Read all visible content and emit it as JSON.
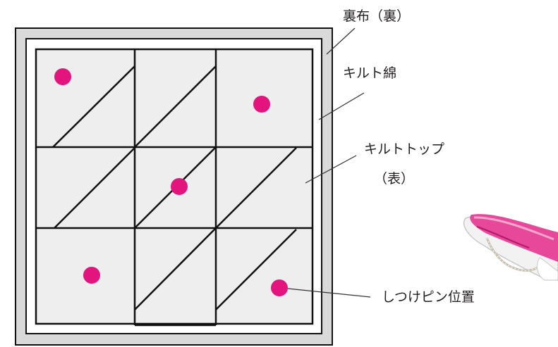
{
  "labels": {
    "backing": "裏布（裏）",
    "batting": "キルト綿",
    "top_line1": "キルトトップ",
    "top_line2": "（表）",
    "pins": "しつけピン位置"
  },
  "colors": {
    "backing_fill": "#d9d9d9",
    "batting_fill": "#ffffff",
    "top_fill": "#eeeeee",
    "stitch_line": "#111111",
    "pin_dot": "#e3147e",
    "leader_line": "#333333"
  },
  "grid": {
    "rows": 3,
    "cols": 3,
    "pin_cells": [
      [
        0,
        0
      ],
      [
        0,
        2
      ],
      [
        1,
        1
      ],
      [
        2,
        0
      ],
      [
        2,
        2
      ]
    ]
  },
  "illustration": {
    "icon": "quilting-pin-tool-icon"
  }
}
